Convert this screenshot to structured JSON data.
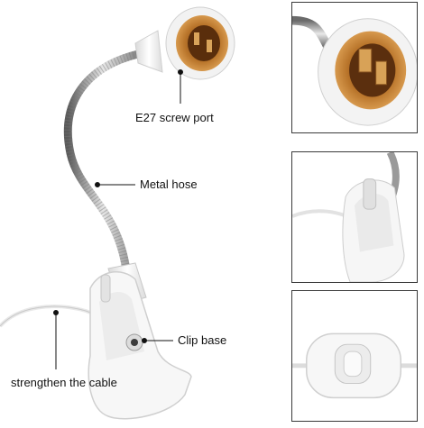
{
  "callouts": {
    "screw_port": "E27 screw port",
    "metal_hose": "Metal hose",
    "clip_base": "Clip base",
    "cable": "strengthen the cable"
  },
  "colors": {
    "lamp_white": "#f4f4f4",
    "brass": "#b8742a",
    "chrome": "#8d8d8d",
    "callout_line": "#111111",
    "inset_border": "#3a3a3a"
  }
}
